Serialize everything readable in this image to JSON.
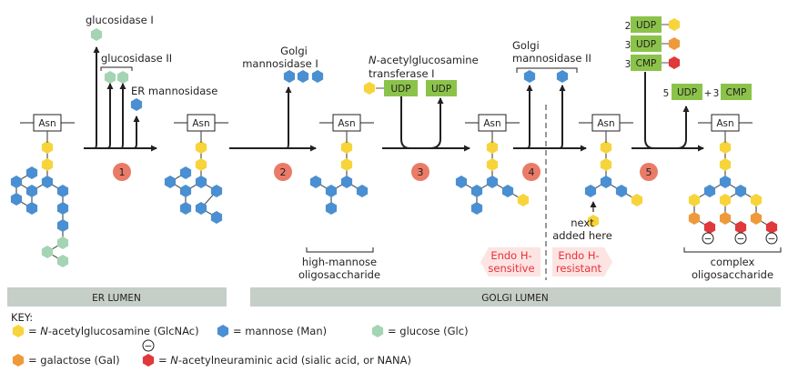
{
  "colors": {
    "glcnac": "#f7d43a",
    "mannose": "#4a8fd1",
    "glucose": "#a4d4b4",
    "galactose": "#ef9a3a",
    "nana": "#e0383b",
    "step_circle": "#ea7b67",
    "nucleotide_box": "#8bc34a",
    "lumen_bar": "#c6cec8",
    "endo_arrow_fill": "#fce4e2",
    "endo_text": "#e8313b"
  },
  "residue": {
    "asn_label": "Asn"
  },
  "enzymes": {
    "glucosidase_1": "glucosidase I",
    "glucosidase_2": "glucosidase II",
    "er_mannosidase": "ER mannosidase",
    "golgi_mannosidase_1_line1": "Golgi",
    "golgi_mannosidase_1_line2": "mannosidase I",
    "glcnac_transferase_line1_italic": "N",
    "glcnac_transferase_line1_rest": "-acetylglucosamine",
    "glcnac_transferase_line2": "transferase I",
    "golgi_mannosidase_2_line1": "Golgi",
    "golgi_mannosidase_2_line2": "mannosidase II"
  },
  "nucleotides": {
    "udp": "UDP",
    "cmp": "CMP",
    "step5_inputs": [
      {
        "count": "2",
        "label": "UDP",
        "sugar": "glcnac"
      },
      {
        "count": "3",
        "label": "UDP",
        "sugar": "galactose"
      },
      {
        "count": "3",
        "label": "CMP",
        "sugar": "nana"
      }
    ],
    "step5_output": {
      "count_a": "5",
      "label_a": "UDP",
      "plus": "+",
      "count_b": "3",
      "label_b": "CMP"
    }
  },
  "steps": [
    "1",
    "2",
    "3",
    "4",
    "5"
  ],
  "annotations": {
    "high_mannose_line1": "high-mannose",
    "high_mannose_line2": "oligosaccharide",
    "next_added_line1": "next",
    "next_added_line2": "added here",
    "complex_line1": "complex",
    "complex_line2": "oligosaccharide",
    "endo_sensitive_line1": "Endo H-",
    "endo_sensitive_line2": "sensitive",
    "endo_resistant_line1": "Endo H-",
    "endo_resistant_line2": "resistant",
    "charge_symbol": "−"
  },
  "compartments": {
    "er": "ER LUMEN",
    "golgi": "GOLGI LUMEN"
  },
  "key": {
    "title": "KEY:",
    "items": [
      {
        "sugar": "glcnac",
        "prefix": "= ",
        "italic": "N",
        "text": "-acetylglucosamine (GlcNAc)"
      },
      {
        "sugar": "mannose",
        "prefix": "= ",
        "italic": "",
        "text": "mannose (Man)"
      },
      {
        "sugar": "glucose",
        "prefix": "= ",
        "italic": "",
        "text": "glucose (Glc)"
      },
      {
        "sugar": "galactose",
        "prefix": "= ",
        "italic": "",
        "text": "galactose (Gal)"
      },
      {
        "sugar": "nana",
        "prefix": "= ",
        "italic": "N",
        "text": "-acetylneuraminic acid (sialic acid, or NANA)"
      }
    ]
  }
}
